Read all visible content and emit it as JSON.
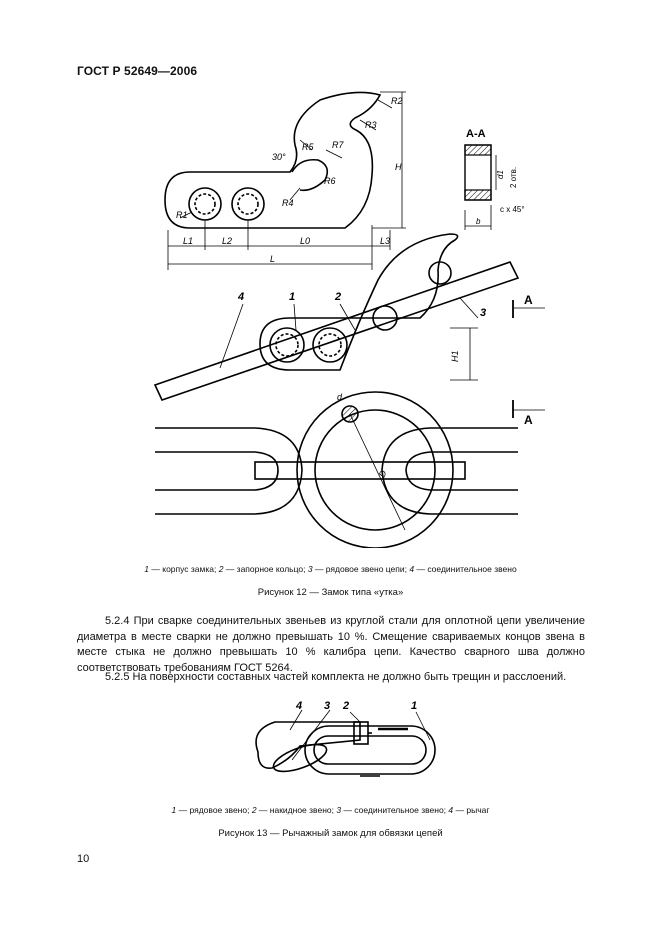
{
  "header": {
    "doc_id": "ГОСТ Р 52649—2006"
  },
  "figure12": {
    "labels": {
      "section": "А-А",
      "arrow_a": "А",
      "R1": "R1",
      "R2": "R2",
      "R3": "R3",
      "R4": "R4",
      "R5": "R5",
      "R6": "R6",
      "R7": "R7",
      "angle30": "30°",
      "H": "H",
      "H1": "H1",
      "L1": "L1",
      "L2": "L2",
      "L0": "L0",
      "L3": "L3",
      "L": "L",
      "b": "b",
      "d1": "d1",
      "two_holes": "2 отв.",
      "chamfer": "c x 45°",
      "d": "d",
      "D": "D",
      "p1": "1",
      "p2": "2",
      "p3": "3",
      "p4": "4"
    },
    "caption": {
      "n1": "1",
      "t1": " — корпус замка; ",
      "n2": "2",
      "t2": " — запорное кольцо; ",
      "n3": "3",
      "t3": " — рядовое звено цепи; ",
      "n4": "4",
      "t4": " — соединительное звено"
    },
    "title": "Рисунок 12 — Замок типа «утка»"
  },
  "paragraphs": {
    "p524": "5.2.4 При сварке соединительных звеньев из круглой стали для оплотной цепи увеличение диаметра в месте сварки не должно превышать 10 %. Смещение свариваемых концов звена в месте стыка не должно превышать 10 % калибра цепи. Качество сварного шва должно соответствовать требованиям ГОСТ 5264.",
    "p525": "5.2.5 На поверхности составных частей комплекта не должно быть трещин и расслоений."
  },
  "figure13": {
    "labels": {
      "p1": "1",
      "p2": "2",
      "p3": "3",
      "p4": "4"
    },
    "caption": {
      "n1": "1",
      "t1": " — рядовое звено; ",
      "n2": "2",
      "t2": " — накидное звено; ",
      "n3": "3",
      "t3": " — соединительное звено; ",
      "n4": "4",
      "t4": " — рычаг"
    },
    "title": "Рисунок 13 — Рычажный замок для обвязки цепей"
  },
  "page_number": "10"
}
